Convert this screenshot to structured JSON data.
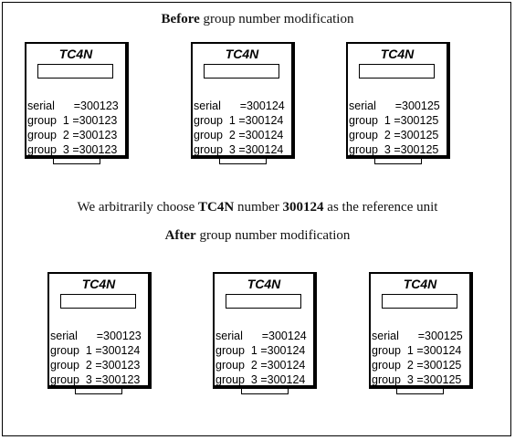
{
  "before_heading": {
    "bold": "Before",
    "rest": " group number modification"
  },
  "middle_note": {
    "part1": "We arbitrarily choose ",
    "model": "TC4N",
    "part2": " number ",
    "number": "300124",
    "part3": " as the reference unit"
  },
  "after_heading": {
    "bold": "After",
    "rest": " group number modification"
  },
  "before_units": [
    {
      "model": "TC4N",
      "rows": [
        "serial      =300123",
        "group  1 =300123",
        "group  2 =300123",
        "group  3 =300123"
      ]
    },
    {
      "model": "TC4N",
      "rows": [
        "serial      =300124",
        "group  1 =300124",
        "group  2 =300124",
        "group  3 =300124"
      ]
    },
    {
      "model": "TC4N",
      "rows": [
        "serial      =300125",
        "group  1 =300125",
        "group  2 =300125",
        "group  3 =300125"
      ]
    }
  ],
  "after_units": [
    {
      "model": "TC4N",
      "rows": [
        "serial      =300123",
        "group  1 =300124",
        "group  2 =300123",
        "group  3 =300123"
      ]
    },
    {
      "model": "TC4N",
      "rows": [
        "serial      =300124",
        "group  1 =300124",
        "group  2 =300124",
        "group  3 =300124"
      ]
    },
    {
      "model": "TC4N",
      "rows": [
        "serial      =300125",
        "group  1 =300124",
        "group  2 =300125",
        "group  3 =300125"
      ]
    }
  ]
}
